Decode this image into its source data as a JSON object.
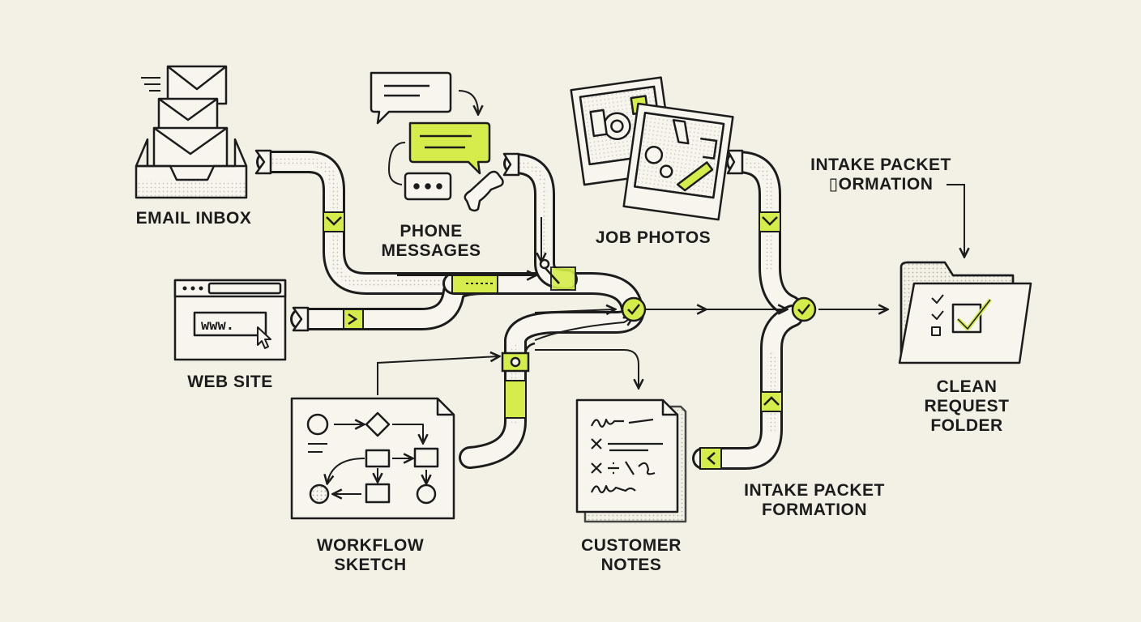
{
  "colors": {
    "background": "#f3f0e6",
    "ink": "#1c1c1c",
    "accent": "#d6ec4a",
    "paper": "#f7f5ee",
    "stipple": "#bcb8ad"
  },
  "nodes": {
    "email_inbox": {
      "label": "EMAIL INBOX",
      "icon": "email-inbox-icon"
    },
    "phone_messages": {
      "lines": [
        "PHONE",
        "MESSAGES"
      ],
      "icon": "chat-bubbles-phone-icon"
    },
    "job_photos": {
      "label": "JOB PHOTOS",
      "icon": "photo-prints-icon"
    },
    "web_site": {
      "label": "WEB SITE",
      "icon": "browser-window-icon",
      "url_text": "www."
    },
    "workflow_sketch": {
      "lines": [
        "WORKFLOW",
        "SKETCH"
      ],
      "icon": "flowchart-sheet-icon"
    },
    "customer_notes": {
      "lines": [
        "CUSTOMER",
        "NOTES"
      ],
      "icon": "handwritten-notes-icon"
    },
    "intake_packet_formation_top": {
      "lines": [
        "INTAKE PACKET",
        "▯ORMATION"
      ]
    },
    "intake_packet_formation_bottom": {
      "lines": [
        "INTAKE PACKET",
        "FORMATION"
      ]
    },
    "clean_request_folder": {
      "lines": [
        "CLEAN",
        "REQUEST",
        "FOLDER"
      ],
      "icon": "folder-checklist-icon"
    }
  },
  "junctions": {
    "merge_1": "check-circle-icon",
    "merge_2": "check-circle-icon"
  }
}
